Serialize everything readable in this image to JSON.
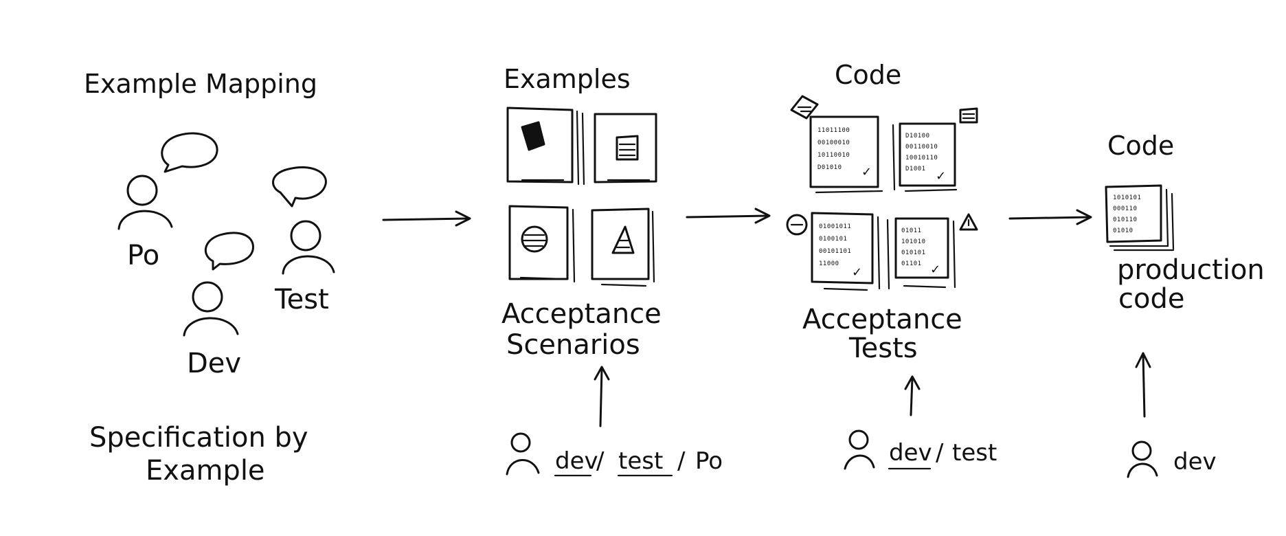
{
  "section1": {
    "title": "Example Mapping",
    "roles": {
      "po": "Po",
      "test": "Test",
      "dev": "Dev"
    },
    "footer_line1": "Specification by",
    "footer_line2": "Example"
  },
  "section2": {
    "title": "Examples",
    "caption_line1": "Acceptance",
    "caption_line2": "Scenarios",
    "actor_dev": "dev",
    "actor_sep1": "/",
    "actor_test": "test",
    "actor_sep2": "/",
    "actor_po": "Po"
  },
  "section3": {
    "title": "Code",
    "caption_line1": "Acceptance",
    "caption_line2": "Tests",
    "actor_dev": "dev",
    "actor_sep": "/",
    "actor_test": "test",
    "binary": [
      [
        "11011100",
        "00100010",
        "10110010",
        "D01010"
      ],
      [
        "D10100",
        "00110010",
        "10010110",
        "D1001"
      ],
      [
        "01001011",
        "0100101",
        "00101101",
        "11000"
      ],
      [
        "01011",
        "101010",
        "010101",
        "01101"
      ]
    ],
    "check": "✓"
  },
  "section4": {
    "title": "Code",
    "caption_line1": "production",
    "caption_line2": "code",
    "actor": "dev",
    "binary": [
      "1010101",
      "000110",
      "010110",
      "01010"
    ]
  }
}
